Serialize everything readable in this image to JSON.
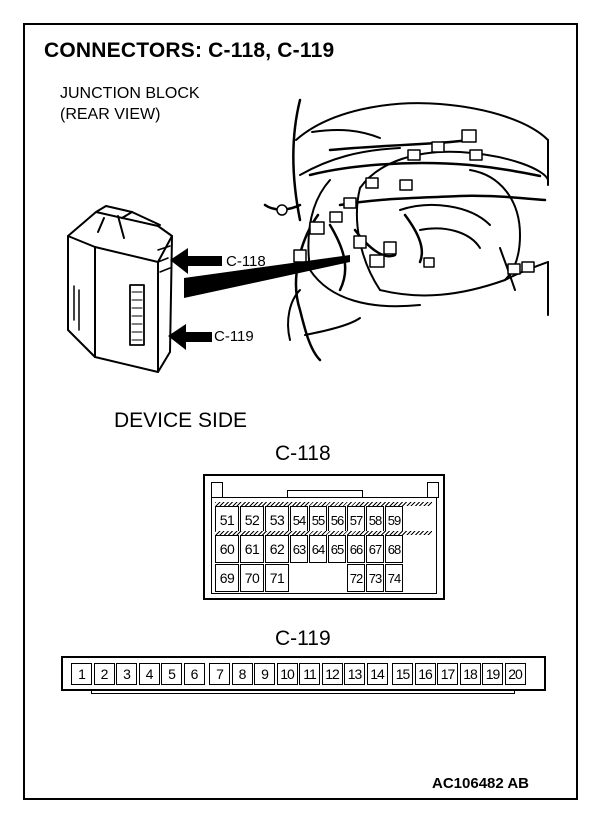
{
  "title": "CONNECTORS: C-118, C-119",
  "subtitle_line1": "JUNCTION BLOCK",
  "subtitle_line2": "(REAR VIEW)",
  "callouts": {
    "c118": "C-118",
    "c119": "C-119"
  },
  "device_side": "DEVICE SIDE",
  "connector_c118": {
    "name": "C-118",
    "row1": [
      "51",
      "52",
      "53",
      "54",
      "55",
      "56",
      "57",
      "58",
      "59"
    ],
    "row2": [
      "60",
      "61",
      "62",
      "63",
      "64",
      "65",
      "66",
      "67",
      "68"
    ],
    "row3_left": [
      "69",
      "70",
      "71"
    ],
    "row3_right": [
      "72",
      "73",
      "74"
    ]
  },
  "connector_c119": {
    "name": "C-119",
    "pins": [
      "1",
      "2",
      "3",
      "4",
      "5",
      "6",
      "7",
      "8",
      "9",
      "10",
      "11",
      "12",
      "13",
      "14",
      "15",
      "16",
      "17",
      "18",
      "19",
      "20"
    ]
  },
  "figure_code": "AC106482 AB"
}
